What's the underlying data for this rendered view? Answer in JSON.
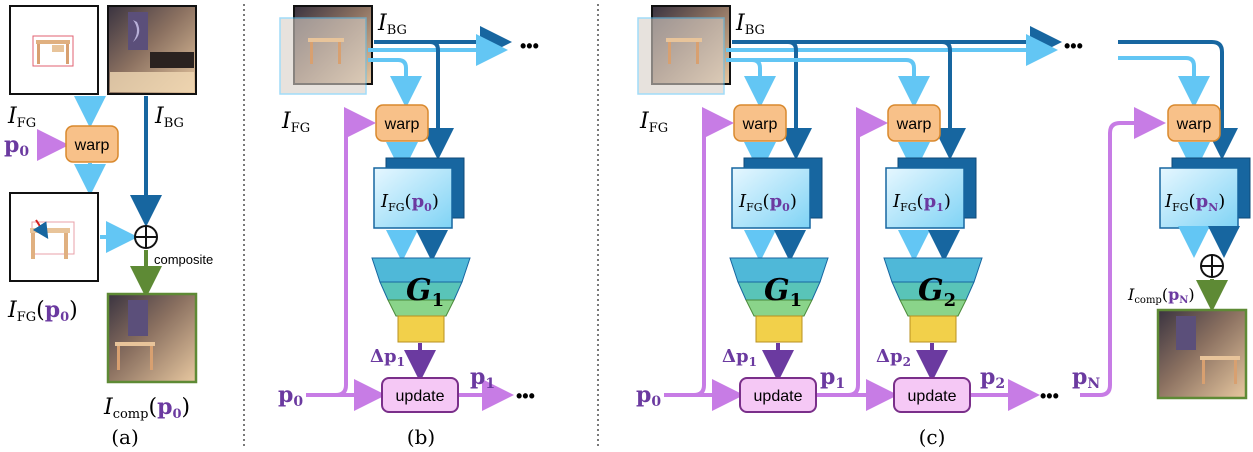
{
  "colors": {
    "purple": "#c77ce5",
    "purple_text": "#6b3aa0",
    "light_blue": "#63c6f4",
    "dark_blue": "#1766a0",
    "green": "#5e8a35",
    "warp_fill": "#f8c189",
    "warp_stroke": "#d9892e",
    "update_fill": "#f5c8f5",
    "update_stroke": "#7a2f8a"
  },
  "panel_a": {
    "fg_label": "I",
    "fg_sub": "FG",
    "bg_label": "I",
    "bg_sub": "BG",
    "p0": "p",
    "p0_sub": "0",
    "warp": "warp",
    "warped_label": "I",
    "warped_sub": "FG",
    "warped_arg": "p",
    "warped_arg_sub": "0",
    "composite": "composite",
    "comp_label": "I",
    "comp_sub": "comp",
    "comp_arg": "p",
    "comp_arg_sub": "0",
    "caption": "(a)"
  },
  "panel_b": {
    "bg_label": "I",
    "bg_sub": "BG",
    "fg_label": "I",
    "fg_sub": "FG",
    "warp": "warp",
    "feat_label": "I",
    "feat_sub": "FG",
    "feat_arg": "p",
    "feat_arg_sub": "0",
    "gen": "G",
    "gen_sub": "1",
    "dp": "Δp",
    "dp_sub": "1",
    "p_in": "p",
    "p_in_sub": "0",
    "update": "update",
    "p_out": "p",
    "p_out_sub": "1",
    "ellipsis": "•••",
    "caption": "(b)"
  },
  "panel_c": {
    "bg_label": "I",
    "bg_sub": "BG",
    "fg_label": "I",
    "fg_sub": "FG",
    "warp": "warp",
    "ellipsis": "•••",
    "stage1": {
      "feat_arg_sub": "0",
      "gen_sub": "1",
      "dp_sub": "1",
      "p_in_sub": "0",
      "p_out_sub": "1"
    },
    "stage2": {
      "feat_arg_sub": "1",
      "gen_sub": "2",
      "dp_sub": "2",
      "p_in_sub": "1",
      "p_out_sub": "2"
    },
    "final": {
      "p_sub": "N",
      "feat_arg_sub": "N",
      "comp_label": "I",
      "comp_sub": "comp",
      "comp_arg": "p",
      "comp_arg_sub": "N"
    },
    "feat_label": "I",
    "feat_sub": "FG",
    "p": "p",
    "gen": "G",
    "dp": "Δp",
    "update": "update",
    "caption": "(c)"
  }
}
